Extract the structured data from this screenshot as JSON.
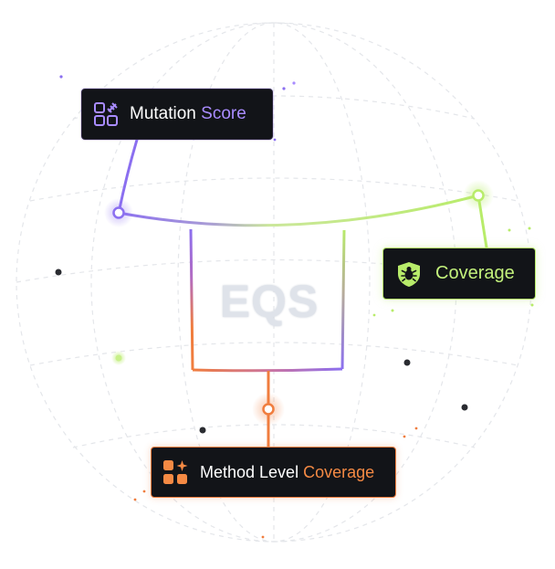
{
  "center_label": "EQS",
  "cards": {
    "mutation": {
      "main": "Mutation",
      "accent": "Score",
      "icon": "mutation-icon",
      "accent_color": "#a98cff"
    },
    "coverage": {
      "text": "Coverage",
      "icon": "bug-shield-icon",
      "accent_color": "#b8ec6a"
    },
    "method": {
      "main": "Method Level",
      "accent": "Coverage",
      "icon": "blocks-sparkle-icon",
      "accent_color": "#f58a44"
    }
  },
  "colors": {
    "purple": "#8b6ff0",
    "green": "#b8ec6a",
    "orange": "#f07d3e",
    "card_bg": "#121418"
  }
}
